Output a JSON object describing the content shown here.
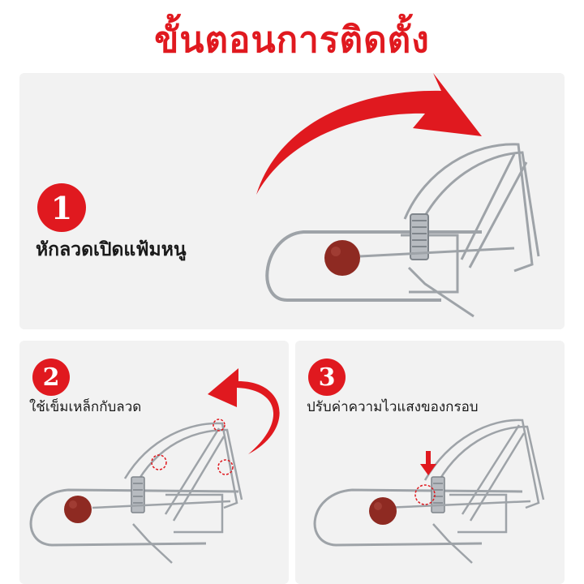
{
  "title": "ขั้นตอนการติดตั้ง",
  "steps": [
    {
      "number": "1",
      "label": "หักลวดเปิดแฟ้มหนู"
    },
    {
      "number": "2",
      "label": "ใช้เข็มเหล็กกับลวด"
    },
    {
      "number": "3",
      "label": "ปรับค่าความไวแสงของกรอบ"
    }
  ],
  "colors": {
    "accent": "#e0191f",
    "panel_bg": "#f2f2f2",
    "wire": "#9ea3a8",
    "bait": "#8e2a22"
  },
  "icons": [
    "curved-arrow-icon",
    "down-arrow-icon",
    "dashed-circle-marker"
  ]
}
